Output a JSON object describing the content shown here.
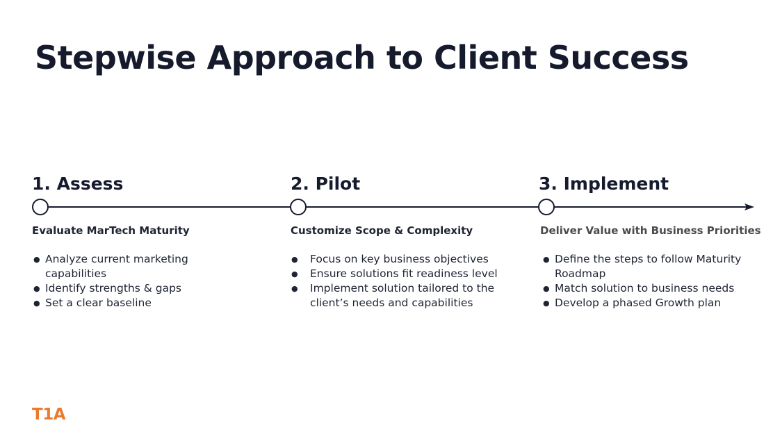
{
  "slide": {
    "title": "Stepwise Approach to Client Success"
  },
  "steps": [
    {
      "heading": "1. Assess",
      "subtitle": "Evaluate MarTech  Maturity",
      "bullets": [
        "Analyze current marketing capabilities",
        "Identify strengths & gaps",
        "Set a clear baseline"
      ]
    },
    {
      "heading": "2. Pilot",
      "subtitle": "Customize Scope & Complexity",
      "bullets": [
        "Focus on key business objectives",
        "Ensure solutions fit readiness level",
        "Implement solution tailored to the client’s needs and capabilities"
      ]
    },
    {
      "heading": "3. Implement",
      "subtitle": "Deliver Value with Business Priorities",
      "bullets": [
        "Define the steps to follow Maturity Roadmap",
        "Match solution to business needs",
        "Develop a phased Growth plan"
      ]
    }
  ],
  "branding": {
    "logo_text": "T1A",
    "logo_color": "#ea7a2e",
    "text_color": "#151a2d"
  }
}
